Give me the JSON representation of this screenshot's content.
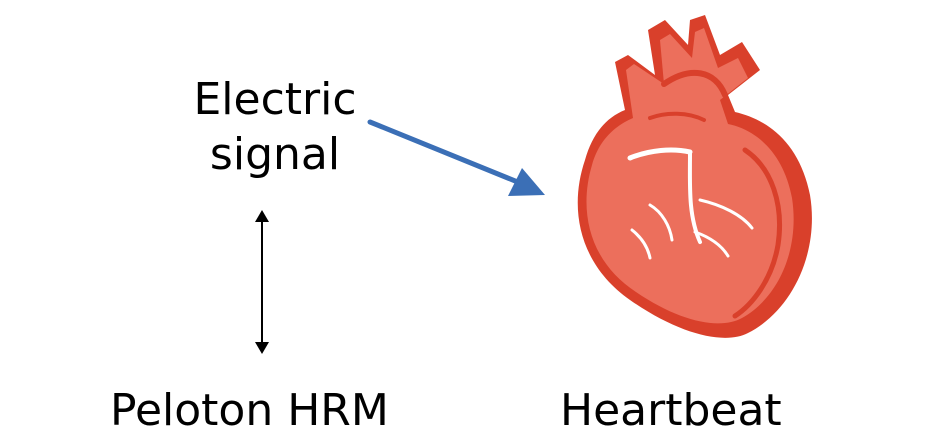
{
  "labels": {
    "signal_line1": "Electric",
    "signal_line2": "signal",
    "hrm": "Peloton HRM",
    "heartbeat": "Heartbeat"
  },
  "colors": {
    "arrow_blue": "#3b6fb6",
    "heart_fill": "#ec6f5c",
    "heart_dark": "#d9402b"
  },
  "icons": {
    "heart": "heart-icon",
    "double_arrow": "double-arrow-icon",
    "pointer_arrow": "arrow-icon"
  }
}
